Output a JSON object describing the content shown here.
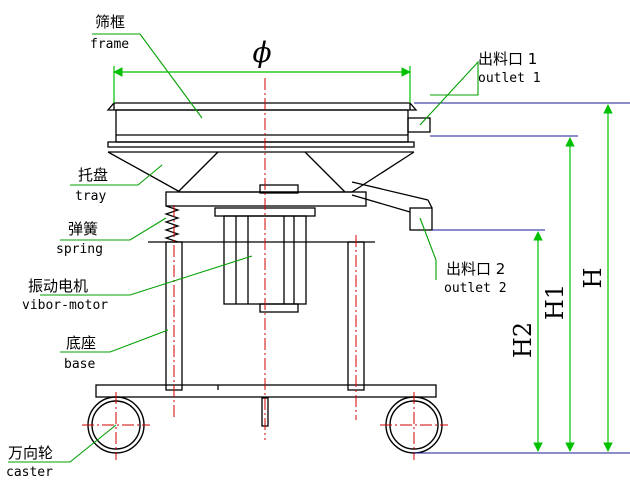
{
  "labels": {
    "frame": {
      "cn": "筛框",
      "en": "frame"
    },
    "tray": {
      "cn": "托盘",
      "en": "tray"
    },
    "spring": {
      "cn": "弹簧",
      "en": "spring"
    },
    "motor": {
      "cn": "振动电机",
      "en": "vibor-motor"
    },
    "base": {
      "cn": "底座",
      "en": "base"
    },
    "caster": {
      "cn": "万向轮",
      "en": "caster"
    },
    "outlet1": {
      "cn": "出料口 1",
      "en": "outlet 1"
    },
    "outlet2": {
      "cn": "出料口 2",
      "en": "outlet 2"
    }
  },
  "dimensions": {
    "diameter": "ϕ",
    "H": "H",
    "H1": "H1",
    "H2": "H2"
  },
  "colors": {
    "outline": "#000000",
    "leader": "#00a000",
    "dimension": "#00c000",
    "centerline": "#d00000",
    "extension": "#1a1a9a"
  }
}
